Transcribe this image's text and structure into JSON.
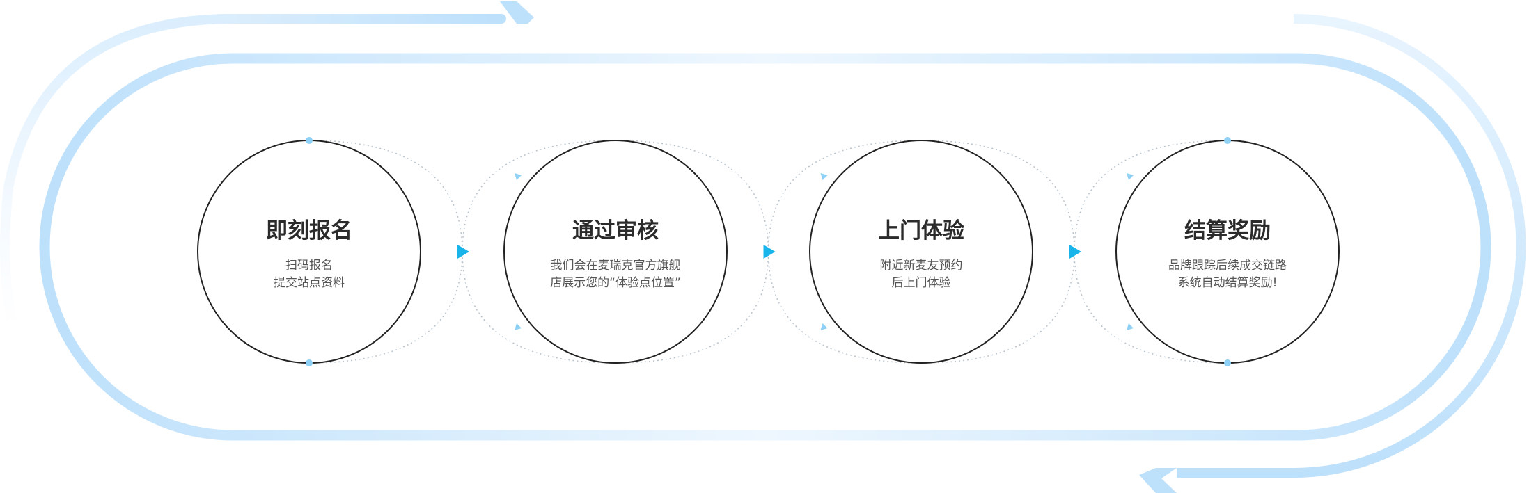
{
  "colors": {
    "track": "#bde0fb",
    "track_fade": "#f2f8fe",
    "circle_stroke": "#222222",
    "dot": "#8fd0f5",
    "arrow": "#19b4ea",
    "connector": "#b9c3cc",
    "title": "#2b2b2b",
    "desc": "#555555"
  },
  "icons": {
    "flow_arrow": "right-triangle-arrow-icon",
    "track_arrows": "chevron-arrow-icon"
  },
  "steps": [
    {
      "title": "即刻报名",
      "desc": [
        "扫码报名",
        "提交站点资料"
      ]
    },
    {
      "title": "通过审核",
      "desc": [
        "我们会在麦瑞克官方旗舰",
        "店展示您的“体验点位置”"
      ]
    },
    {
      "title": "上门体验",
      "desc": [
        "附近新麦友预约",
        "后上门体验"
      ]
    },
    {
      "title": "结算奖励",
      "desc": [
        "品牌跟踪后续成交链路",
        "系统自动结算奖励!"
      ]
    }
  ]
}
